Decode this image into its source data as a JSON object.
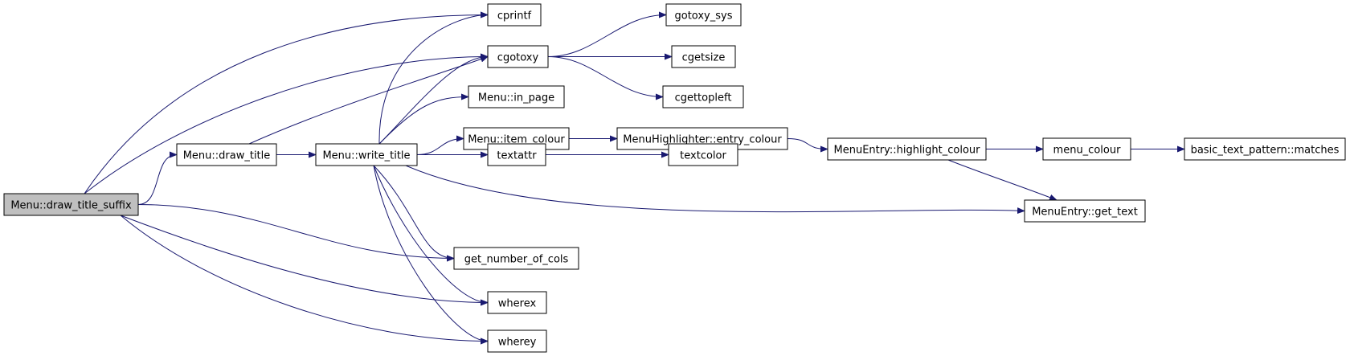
{
  "colors": {
    "edge": "#191970",
    "node_fill": "#ffffff",
    "root_fill": "#bfbfbf",
    "border": "#000000"
  },
  "nodes": [
    {
      "id": "draw_title_suffix",
      "label": "Menu::draw_title_suffix",
      "root": true
    },
    {
      "id": "draw_title",
      "label": "Menu::draw_title"
    },
    {
      "id": "write_title",
      "label": "Menu::write_title"
    },
    {
      "id": "cprintf",
      "label": "cprintf"
    },
    {
      "id": "cgotoxy",
      "label": "cgotoxy"
    },
    {
      "id": "gotoxy_sys",
      "label": "gotoxy_sys"
    },
    {
      "id": "cgetsize",
      "label": "cgetsize"
    },
    {
      "id": "cgettopleft",
      "label": "cgettopleft"
    },
    {
      "id": "in_page",
      "label": "Menu::in_page"
    },
    {
      "id": "item_colour",
      "label": "Menu::item_colour"
    },
    {
      "id": "entry_colour",
      "label": "MenuHighlighter::entry_colour"
    },
    {
      "id": "highlight_colour",
      "label": "MenuEntry::highlight_colour"
    },
    {
      "id": "menu_colour",
      "label": "menu_colour"
    },
    {
      "id": "matches",
      "label": "basic_text_pattern::matches"
    },
    {
      "id": "textattr",
      "label": "textattr"
    },
    {
      "id": "textcolor",
      "label": "textcolor"
    },
    {
      "id": "get_text",
      "label": "MenuEntry::get_text"
    },
    {
      "id": "get_number_of_cols",
      "label": "get_number_of_cols"
    },
    {
      "id": "wherex",
      "label": "wherex"
    },
    {
      "id": "wherey",
      "label": "wherey"
    }
  ],
  "edges": [
    {
      "from": "draw_title_suffix",
      "to": "cprintf"
    },
    {
      "from": "draw_title_suffix",
      "to": "cgotoxy"
    },
    {
      "from": "draw_title_suffix",
      "to": "draw_title"
    },
    {
      "from": "draw_title_suffix",
      "to": "get_number_of_cols"
    },
    {
      "from": "draw_title_suffix",
      "to": "wherex"
    },
    {
      "from": "draw_title_suffix",
      "to": "wherey"
    },
    {
      "from": "draw_title",
      "to": "write_title"
    },
    {
      "from": "draw_title",
      "to": "cgotoxy"
    },
    {
      "from": "write_title",
      "to": "cprintf"
    },
    {
      "from": "write_title",
      "to": "cgotoxy"
    },
    {
      "from": "write_title",
      "to": "in_page"
    },
    {
      "from": "write_title",
      "to": "item_colour"
    },
    {
      "from": "write_title",
      "to": "textattr"
    },
    {
      "from": "write_title",
      "to": "get_text"
    },
    {
      "from": "write_title",
      "to": "get_number_of_cols"
    },
    {
      "from": "write_title",
      "to": "wherex"
    },
    {
      "from": "write_title",
      "to": "wherey"
    },
    {
      "from": "cgotoxy",
      "to": "gotoxy_sys"
    },
    {
      "from": "cgotoxy",
      "to": "cgetsize"
    },
    {
      "from": "cgotoxy",
      "to": "cgettopleft"
    },
    {
      "from": "item_colour",
      "to": "entry_colour"
    },
    {
      "from": "entry_colour",
      "to": "highlight_colour"
    },
    {
      "from": "highlight_colour",
      "to": "menu_colour"
    },
    {
      "from": "highlight_colour",
      "to": "get_text"
    },
    {
      "from": "menu_colour",
      "to": "matches"
    },
    {
      "from": "textattr",
      "to": "textcolor"
    }
  ]
}
